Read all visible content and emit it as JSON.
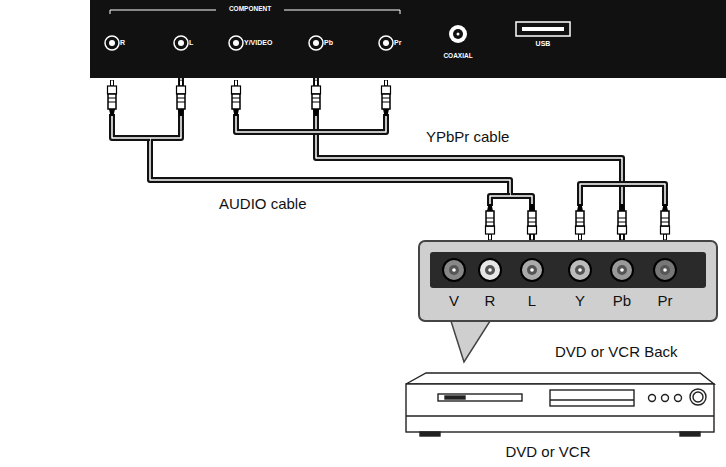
{
  "diagram": {
    "nodes": [
      {
        "text": [
          "COMPONENT",
          "R",
          "L",
          "Y/VIDEO",
          "Pb",
          "Pr",
          "COAXIAL",
          "USB"
        ]
      },
      {
        "text": [
          "V",
          "R",
          "L",
          "Y",
          "Pb",
          "Pr"
        ]
      },
      {
        "text": [
          "DVD or VCR"
        ]
      }
    ],
    "edges": [
      {
        "from": 0,
        "to": 1,
        "arrow": "none",
        "label": "YPbPr cable"
      },
      {
        "from": 0,
        "to": 1,
        "arrow": "none",
        "label": "AUDIO cable"
      }
    ],
    "labels": [
      "DVD or VCR Back"
    ]
  }
}
